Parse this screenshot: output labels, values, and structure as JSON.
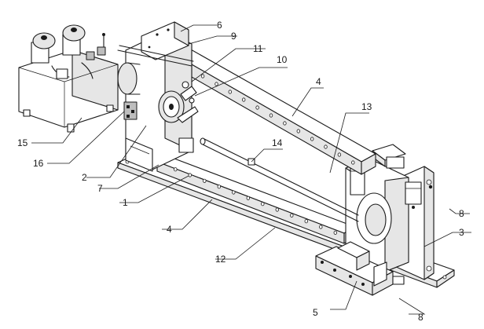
{
  "diagram": {
    "callouts": [
      {
        "id": "c6",
        "text": "6"
      },
      {
        "id": "c9",
        "text": "9"
      },
      {
        "id": "c11",
        "text": "11"
      },
      {
        "id": "c10",
        "text": "10"
      },
      {
        "id": "c4a",
        "text": "4"
      },
      {
        "id": "c13",
        "text": "13"
      },
      {
        "id": "c14",
        "text": "14"
      },
      {
        "id": "c15",
        "text": "15"
      },
      {
        "id": "c16",
        "text": "16"
      },
      {
        "id": "c2",
        "text": "2"
      },
      {
        "id": "c7",
        "text": "7"
      },
      {
        "id": "c1",
        "text": "1"
      },
      {
        "id": "c4b",
        "text": "4"
      },
      {
        "id": "c12",
        "text": "12"
      },
      {
        "id": "c8a",
        "text": "8"
      },
      {
        "id": "c3",
        "text": "3"
      },
      {
        "id": "c5",
        "text": "5"
      },
      {
        "id": "c8b",
        "text": "8"
      }
    ]
  }
}
